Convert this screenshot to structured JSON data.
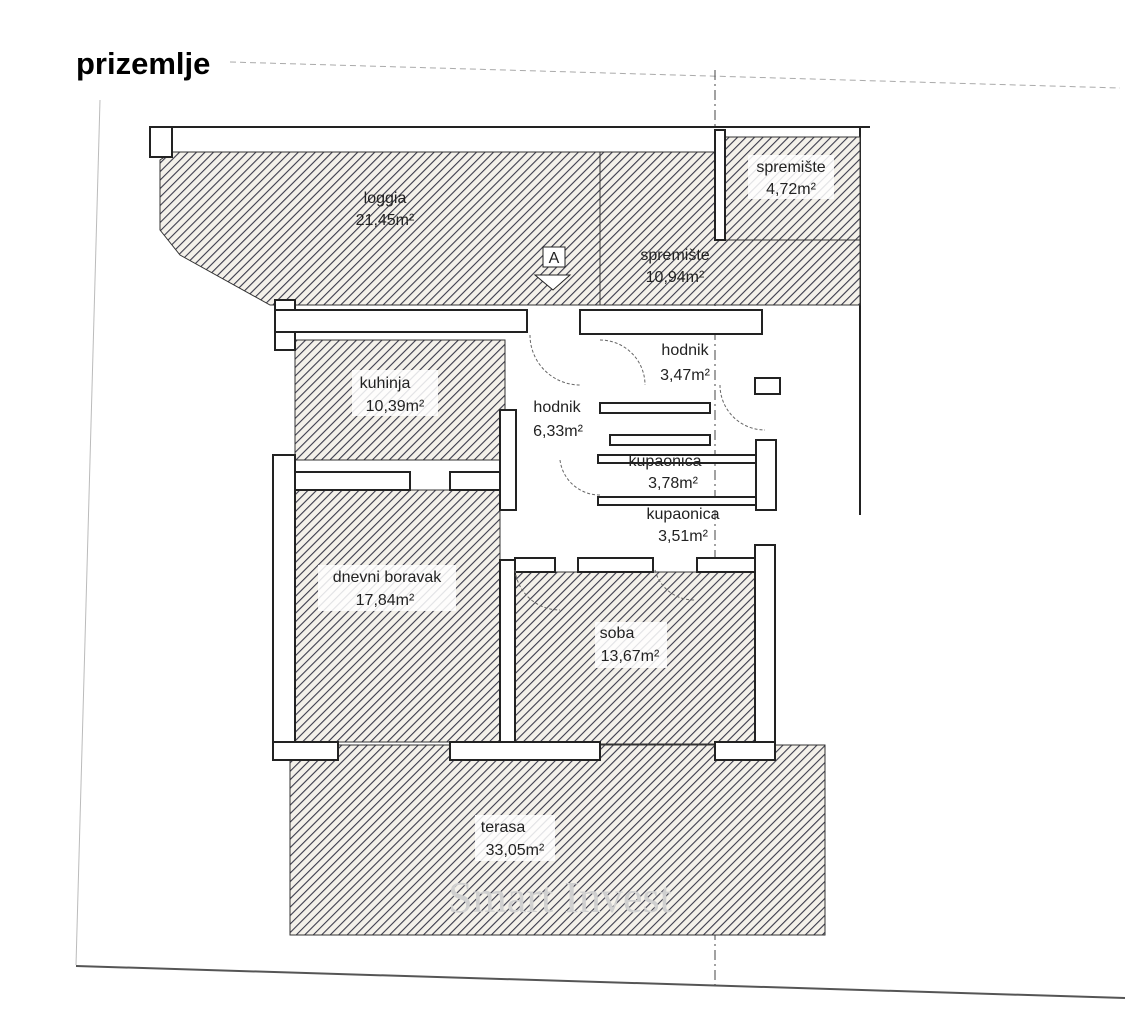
{
  "title": "prizemlje",
  "marker": "A",
  "watermark": "Smart Invest",
  "rooms": {
    "loggia": {
      "name": "loggia",
      "area": "21,45m²"
    },
    "spremiste_large": {
      "name": "spremište",
      "area": "10,94m²"
    },
    "spremiste_small": {
      "name": "spremište",
      "area": "4,72m²"
    },
    "hodnik_upper": {
      "name": "hodnik",
      "area": "3,47m²"
    },
    "kuhinja": {
      "name": "kuhinja",
      "area": "10,39m²"
    },
    "hodnik_main": {
      "name": "hodnik",
      "area": "6,33m²"
    },
    "kupaonica_1": {
      "name": "kupaonica",
      "area": "3,78m²"
    },
    "kupaonica_2": {
      "name": "kupaonica",
      "area": "3,51m²"
    },
    "dnevni_boravak": {
      "name": "dnevni boravak",
      "area": "17,84m²"
    },
    "soba": {
      "name": "soba",
      "area": "13,67m²"
    },
    "terasa": {
      "name": "terasa",
      "area": "33,05m²"
    }
  },
  "colors": {
    "hatch": "#3a3a4a",
    "wall": "#ffffff"
  }
}
